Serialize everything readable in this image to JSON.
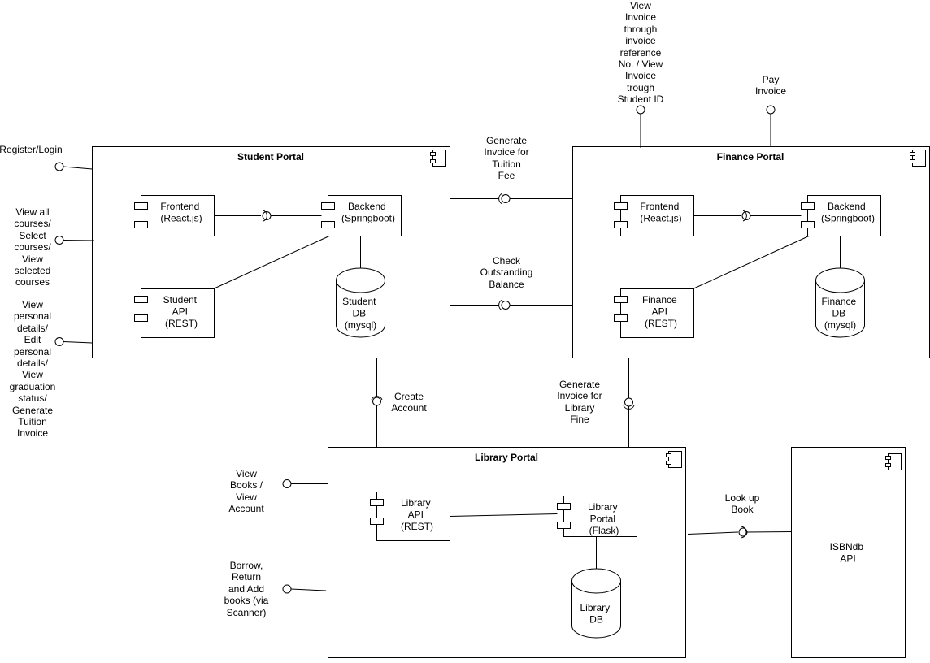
{
  "student_portal": {
    "title": "Student Portal",
    "frontend": [
      "Frontend",
      "(React.js)"
    ],
    "backend": [
      "Backend",
      "(Springboot)"
    ],
    "api": [
      "Student",
      "API",
      "(REST)"
    ],
    "db": [
      "Student",
      "DB",
      "(mysql)"
    ]
  },
  "finance_portal": {
    "title": "Finance Portal",
    "frontend": [
      "Frontend",
      "(React.js)"
    ],
    "backend": [
      "Backend",
      "(Springboot)"
    ],
    "api": [
      "Finance",
      "API",
      "(REST)"
    ],
    "db": [
      "Finance",
      "DB",
      "(mysql)"
    ]
  },
  "library_portal": {
    "title": "Library Portal",
    "api": [
      "Library",
      "API",
      "(REST)"
    ],
    "portal": [
      "Library",
      "Portal",
      "(Flask)"
    ],
    "db": [
      "Library",
      "DB"
    ]
  },
  "isbndb": [
    "ISBNdb",
    "API"
  ],
  "interfaces": {
    "register_login": "Register/Login",
    "view_courses": "View all\ncourses/\nSelect\ncourses/\nView\nselected\ncourses",
    "view_personal": "View\npersonal\ndetails/\nEdit\npersonal\ndetails/\nView\ngraduation\nstatus/\nGenerate\nTuition\nInvoice",
    "generate_tuition": "Generate\nInvoice for\nTuition\nFee",
    "check_balance": "Check\nOutstanding\nBalance",
    "view_invoice": "View\nInvoice\nthrough\ninvoice\nreference\nNo. / View\nInvoice\ntrough\nStudent ID",
    "pay_invoice": "Pay\nInvoice",
    "create_account": "Create\nAccount",
    "library_fine": "Generate\nInvoice for\nLibrary\nFine",
    "view_books": "View\nBooks /\nView\nAccount",
    "borrow_return": "Borrow,\nReturn\nand Add\nbooks (via\nScanner)",
    "look_up_book": "Look up\nBook"
  }
}
